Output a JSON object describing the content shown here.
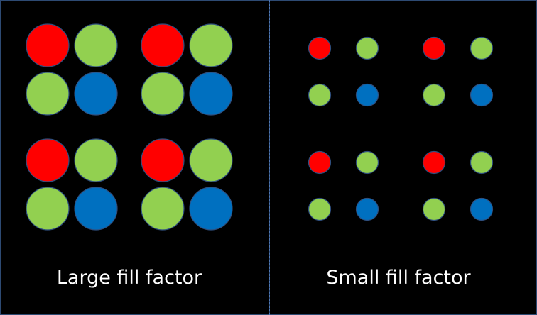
{
  "colors": {
    "background": "#000000",
    "red": "#ff0000",
    "green": "#92d050",
    "blue": "#0070c0",
    "outline": "#2f4f7f",
    "divider": "#4f78b5",
    "caption_text": "#ffffff"
  },
  "panels": [
    {
      "id": "large",
      "caption": "Large fill factor",
      "fill_factor": "large",
      "pixel_pattern": [
        [
          "red",
          "green"
        ],
        [
          "green",
          "blue"
        ]
      ],
      "pixel_grid": [
        2,
        2
      ]
    },
    {
      "id": "small",
      "caption": "Small fill factor",
      "fill_factor": "small",
      "pixel_pattern": [
        [
          "red",
          "green"
        ],
        [
          "green",
          "blue"
        ]
      ],
      "pixel_grid": [
        2,
        2
      ]
    }
  ]
}
